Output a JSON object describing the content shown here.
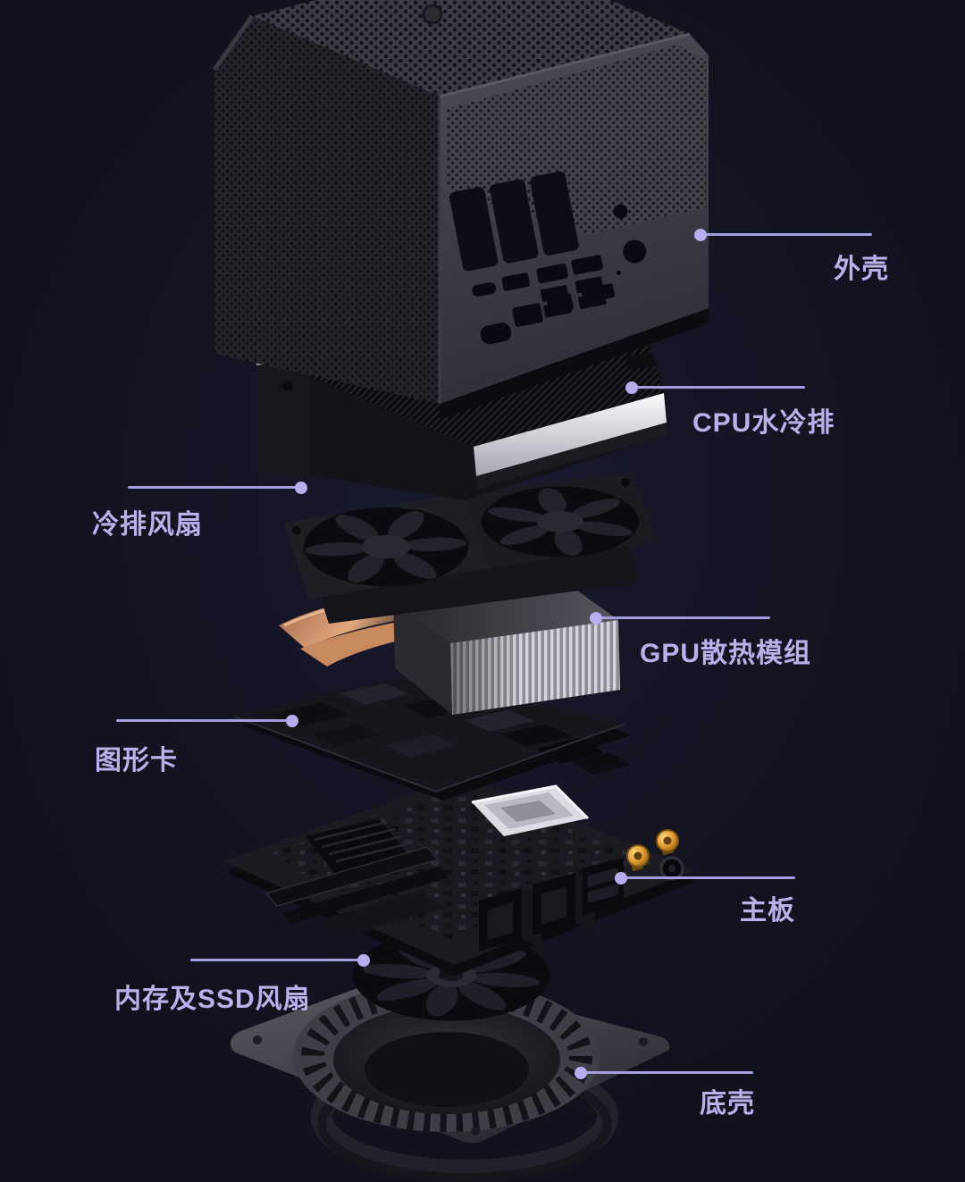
{
  "page": {
    "background_color": "#12121f",
    "accent_text_color": "#b9b1ea",
    "leader_line_color": "#a49de0",
    "leader_dot_color": "#b7aeee"
  },
  "labels": [
    {
      "text": "外壳",
      "component": "case-shell"
    },
    {
      "text": "CPU水冷排",
      "component": "cpu-water-cooling-radiator"
    },
    {
      "text": "冷排风扇",
      "component": "radiator-fans"
    },
    {
      "text": "GPU散热模组",
      "component": "gpu-cooling-module"
    },
    {
      "text": "图形卡",
      "component": "graphics-card"
    },
    {
      "text": "主板",
      "component": "motherboard"
    },
    {
      "text": "内存及SSD风扇",
      "component": "memory-ssd-fan"
    },
    {
      "text": "底壳",
      "component": "bottom-shell"
    }
  ],
  "illustration": {
    "type": "exploded-view",
    "subject": "mini-pc",
    "layers_top_to_bottom": [
      "case-shell",
      "cpu-water-cooling-radiator",
      "radiator-fans",
      "gpu-cooling-module",
      "graphics-card",
      "motherboard",
      "memory-ssd-fan",
      "bottom-shell"
    ]
  }
}
